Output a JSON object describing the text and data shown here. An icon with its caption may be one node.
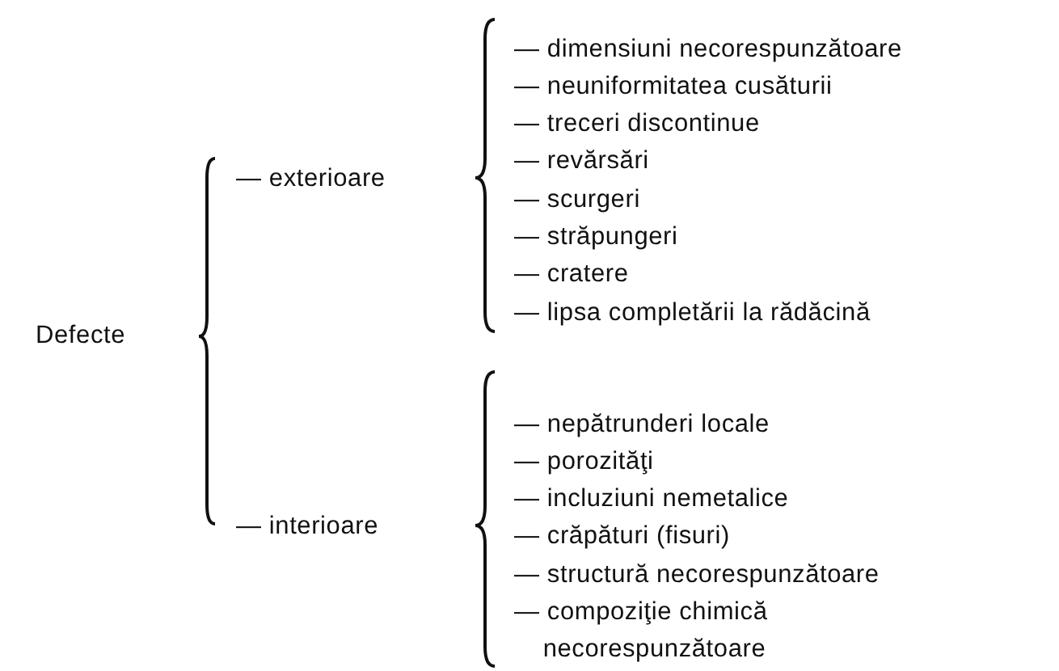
{
  "diagram": {
    "labels": [
      "Defecte",
      "— exterioare",
      "— dimensiuni necorespunzătoare",
      "— neuniformitatea cusăturii",
      "— treceri discontinue",
      "— revărsări",
      "— scurgeri",
      "— străpungeri",
      "— cratere",
      "— lipsa completării la rădăcină",
      "— interioare",
      "— nepătrunderi locale",
      "— porozităţi",
      "— incluziuni nemetalice",
      "— crăpături (fisuri)",
      "— structură necorespunzătoare",
      "— compoziţie chimică necorespunzătoare"
    ]
  }
}
